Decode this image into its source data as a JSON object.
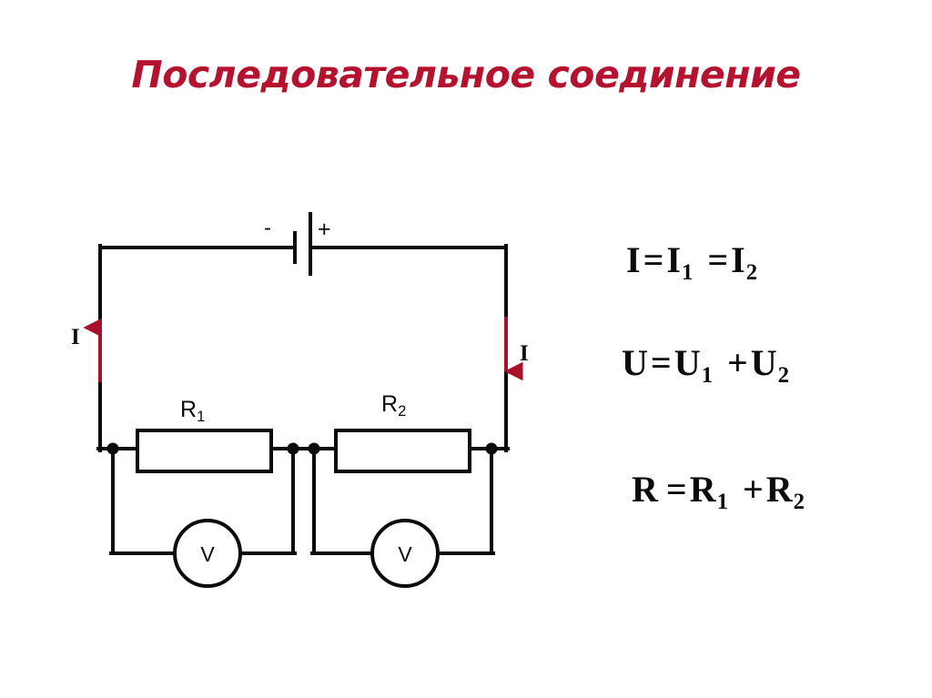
{
  "slide": {
    "title": "Последовательное соединение",
    "title_color": "#b4122f",
    "background_color": "#ffffff"
  },
  "circuit": {
    "wire_color": "#0b0b0b",
    "current_arrow_color": "#a8102c",
    "battery": {
      "name": "battery-symbol",
      "negative_label": "-",
      "positive_label": "+"
    },
    "current_labels": {
      "left": "I",
      "right": "I"
    },
    "resistors": [
      {
        "label_letter": "R",
        "label_subscript": "1",
        "name": "resistor-1"
      },
      {
        "label_letter": "R",
        "label_subscript": "2",
        "name": "resistor-2"
      }
    ],
    "voltmeters": [
      {
        "symbol": "V",
        "name": "voltmeter-1"
      },
      {
        "symbol": "V",
        "name": "voltmeter-2"
      }
    ]
  },
  "formulas": [
    {
      "id": "current",
      "text": "I = I1 = I2",
      "parts": {
        "lhs": "I",
        "op1": "=",
        "t1": "I",
        "s1": "1",
        "op2": "=",
        "t2": "I",
        "s2": "2"
      }
    },
    {
      "id": "voltage",
      "text": "U = U1 + U2",
      "parts": {
        "lhs": "U",
        "op1": "=",
        "t1": "U",
        "s1": "1",
        "op2": "+",
        "t2": "U",
        "s2": "2"
      }
    },
    {
      "id": "resistance",
      "text": "R = R1 + R2",
      "parts": {
        "lhs": "R",
        "op1": "=",
        "t1": "R",
        "s1": "1",
        "op2": "+",
        "t2": "R",
        "s2": "2"
      }
    }
  ]
}
